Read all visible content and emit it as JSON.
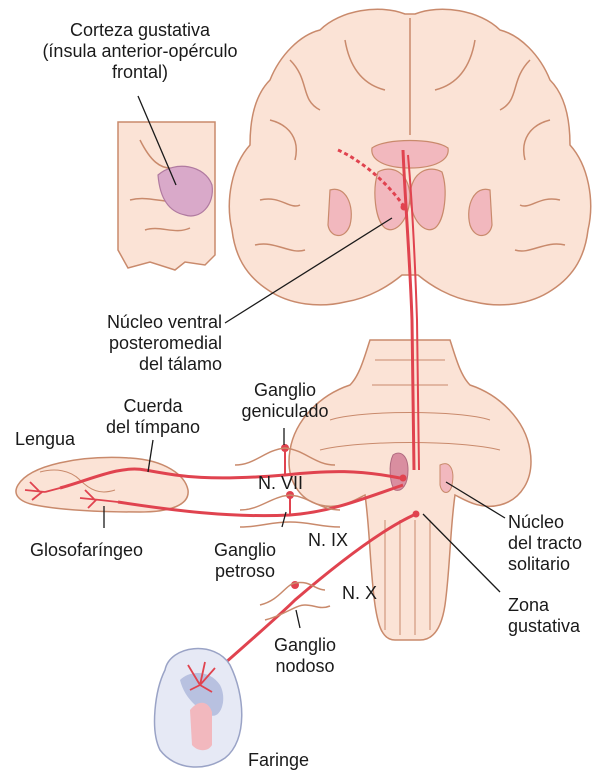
{
  "labels": {
    "cortex": [
      "Corteza gustativa",
      "(ínsula anterior-opérculo",
      "frontal)"
    ],
    "thalamus": [
      "Núcleo ventral",
      "posteromedial",
      "del tálamo"
    ],
    "geniculate": [
      "Ganglio",
      "geniculado"
    ],
    "chorda": [
      "Cuerda",
      "del tímpano"
    ],
    "tongue": "Lengua",
    "n7": "N. VII",
    "n9": "N. IX",
    "nx": "N. X",
    "glosso": "Glosofaríngeo",
    "petrosal": [
      "Ganglio",
      "petroso"
    ],
    "solitary": [
      "Núcleo",
      "del tracto",
      "solitario"
    ],
    "gustatory": [
      "Zona",
      "gustativa"
    ],
    "nodose": [
      "Ganglio",
      "nodoso"
    ],
    "pharynx": "Faringe"
  },
  "colors": {
    "tissue": "#fbe3d6",
    "outline": "#c98a6c",
    "nucleus": "#f2b8be",
    "nerve": "#e0434f",
    "cortex_area": "#d9a9c9",
    "pharynx_inner": "#b8c1e0"
  }
}
